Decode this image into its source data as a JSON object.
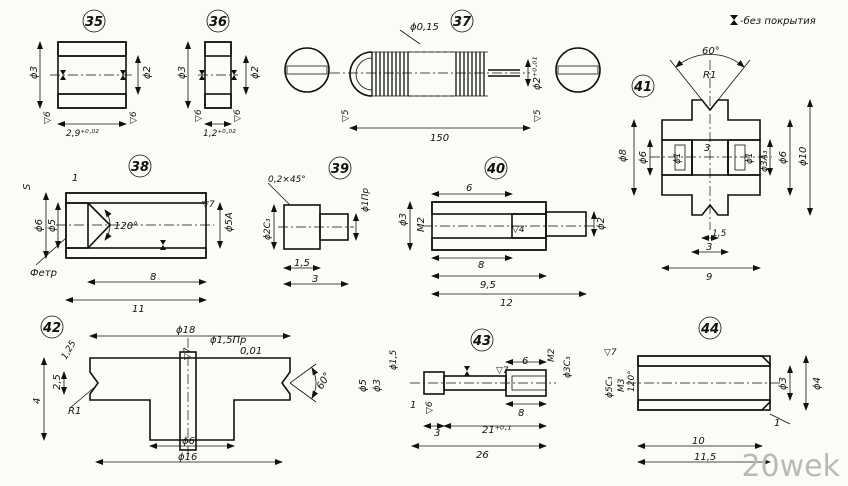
{
  "legend": {
    "text": "-без покрытия"
  },
  "watermark": "20wek",
  "parts": {
    "p35": {
      "num": "35",
      "d1": "ϕ3",
      "d2": "ϕ2",
      "len": "2,9⁺⁰·⁰²",
      "r1": "▽6",
      "r2": "▽6"
    },
    "p36": {
      "num": "36",
      "d1": "ϕ3",
      "d2": "ϕ2",
      "len": "1,2⁺⁰·⁰²",
      "r1": "▽6",
      "r2": "▽6"
    },
    "p37": {
      "num": "37",
      "wire": "ϕ0,15",
      "d": "ϕ2⁺⁰·⁰¹",
      "len": "150",
      "r1": "▽5",
      "r2": "▽5"
    },
    "p38": {
      "num": "38",
      "ch": "1",
      "d1": "ϕ6",
      "d2": "ϕ5",
      "d3": "ϕ5A",
      "ang": "120°",
      "l1": "8",
      "l2": "11",
      "mat": "Фетр",
      "r": "▽7"
    },
    "p39": {
      "num": "39",
      "ch": "0,2×45°",
      "d1": "ϕ2C₃",
      "d2": "ϕ1Пр",
      "l1": "1,5",
      "l2": "3"
    },
    "p40": {
      "num": "40",
      "l0": "6",
      "d1": "ϕ3",
      "th": "M2",
      "r": "▽4",
      "d2": "ϕ2",
      "l1": "8",
      "l2": "9,5",
      "l3": "12"
    },
    "p41": {
      "num": "41",
      "ang": "60°",
      "rad": "R1",
      "d1": "ϕ8",
      "d2": "ϕ6",
      "d3": "ϕ1",
      "gap": "3",
      "d4": "ϕ1",
      "d5": "ϕ3A₃",
      "d6": "ϕ6",
      "d7": "ϕ10",
      "w1": "1,5",
      "w2": "3",
      "w3": "9"
    },
    "p42": {
      "num": "42",
      "d1": "ϕ18",
      "d2": "ϕ1,5Пр",
      "tol": "0,01",
      "r": "▽7",
      "h1": "1,25",
      "h2": "2,5",
      "h3": "4",
      "rad": "R1",
      "ang": "60°",
      "d3": "ϕ6",
      "d4": "ϕ16"
    },
    "p43": {
      "num": "43",
      "d1": "ϕ5",
      "d2": "ϕ3",
      "d3": "ϕ1,5",
      "l0": "6",
      "th": "M2",
      "d4": "ϕ3C₃",
      "r1": "▽7",
      "r2": "▽6",
      "l1": "1",
      "l2": "8",
      "l3": "3",
      "l4": "21⁺⁰·¹",
      "l5": "26"
    },
    "p44": {
      "num": "44",
      "r": "▽7",
      "d1": "ϕ5C₃",
      "th": "M3",
      "ang": "120°",
      "d2": "ϕ3",
      "d3": "ϕ4",
      "l1": "1",
      "l2": "10",
      "l3": "11,5"
    }
  }
}
